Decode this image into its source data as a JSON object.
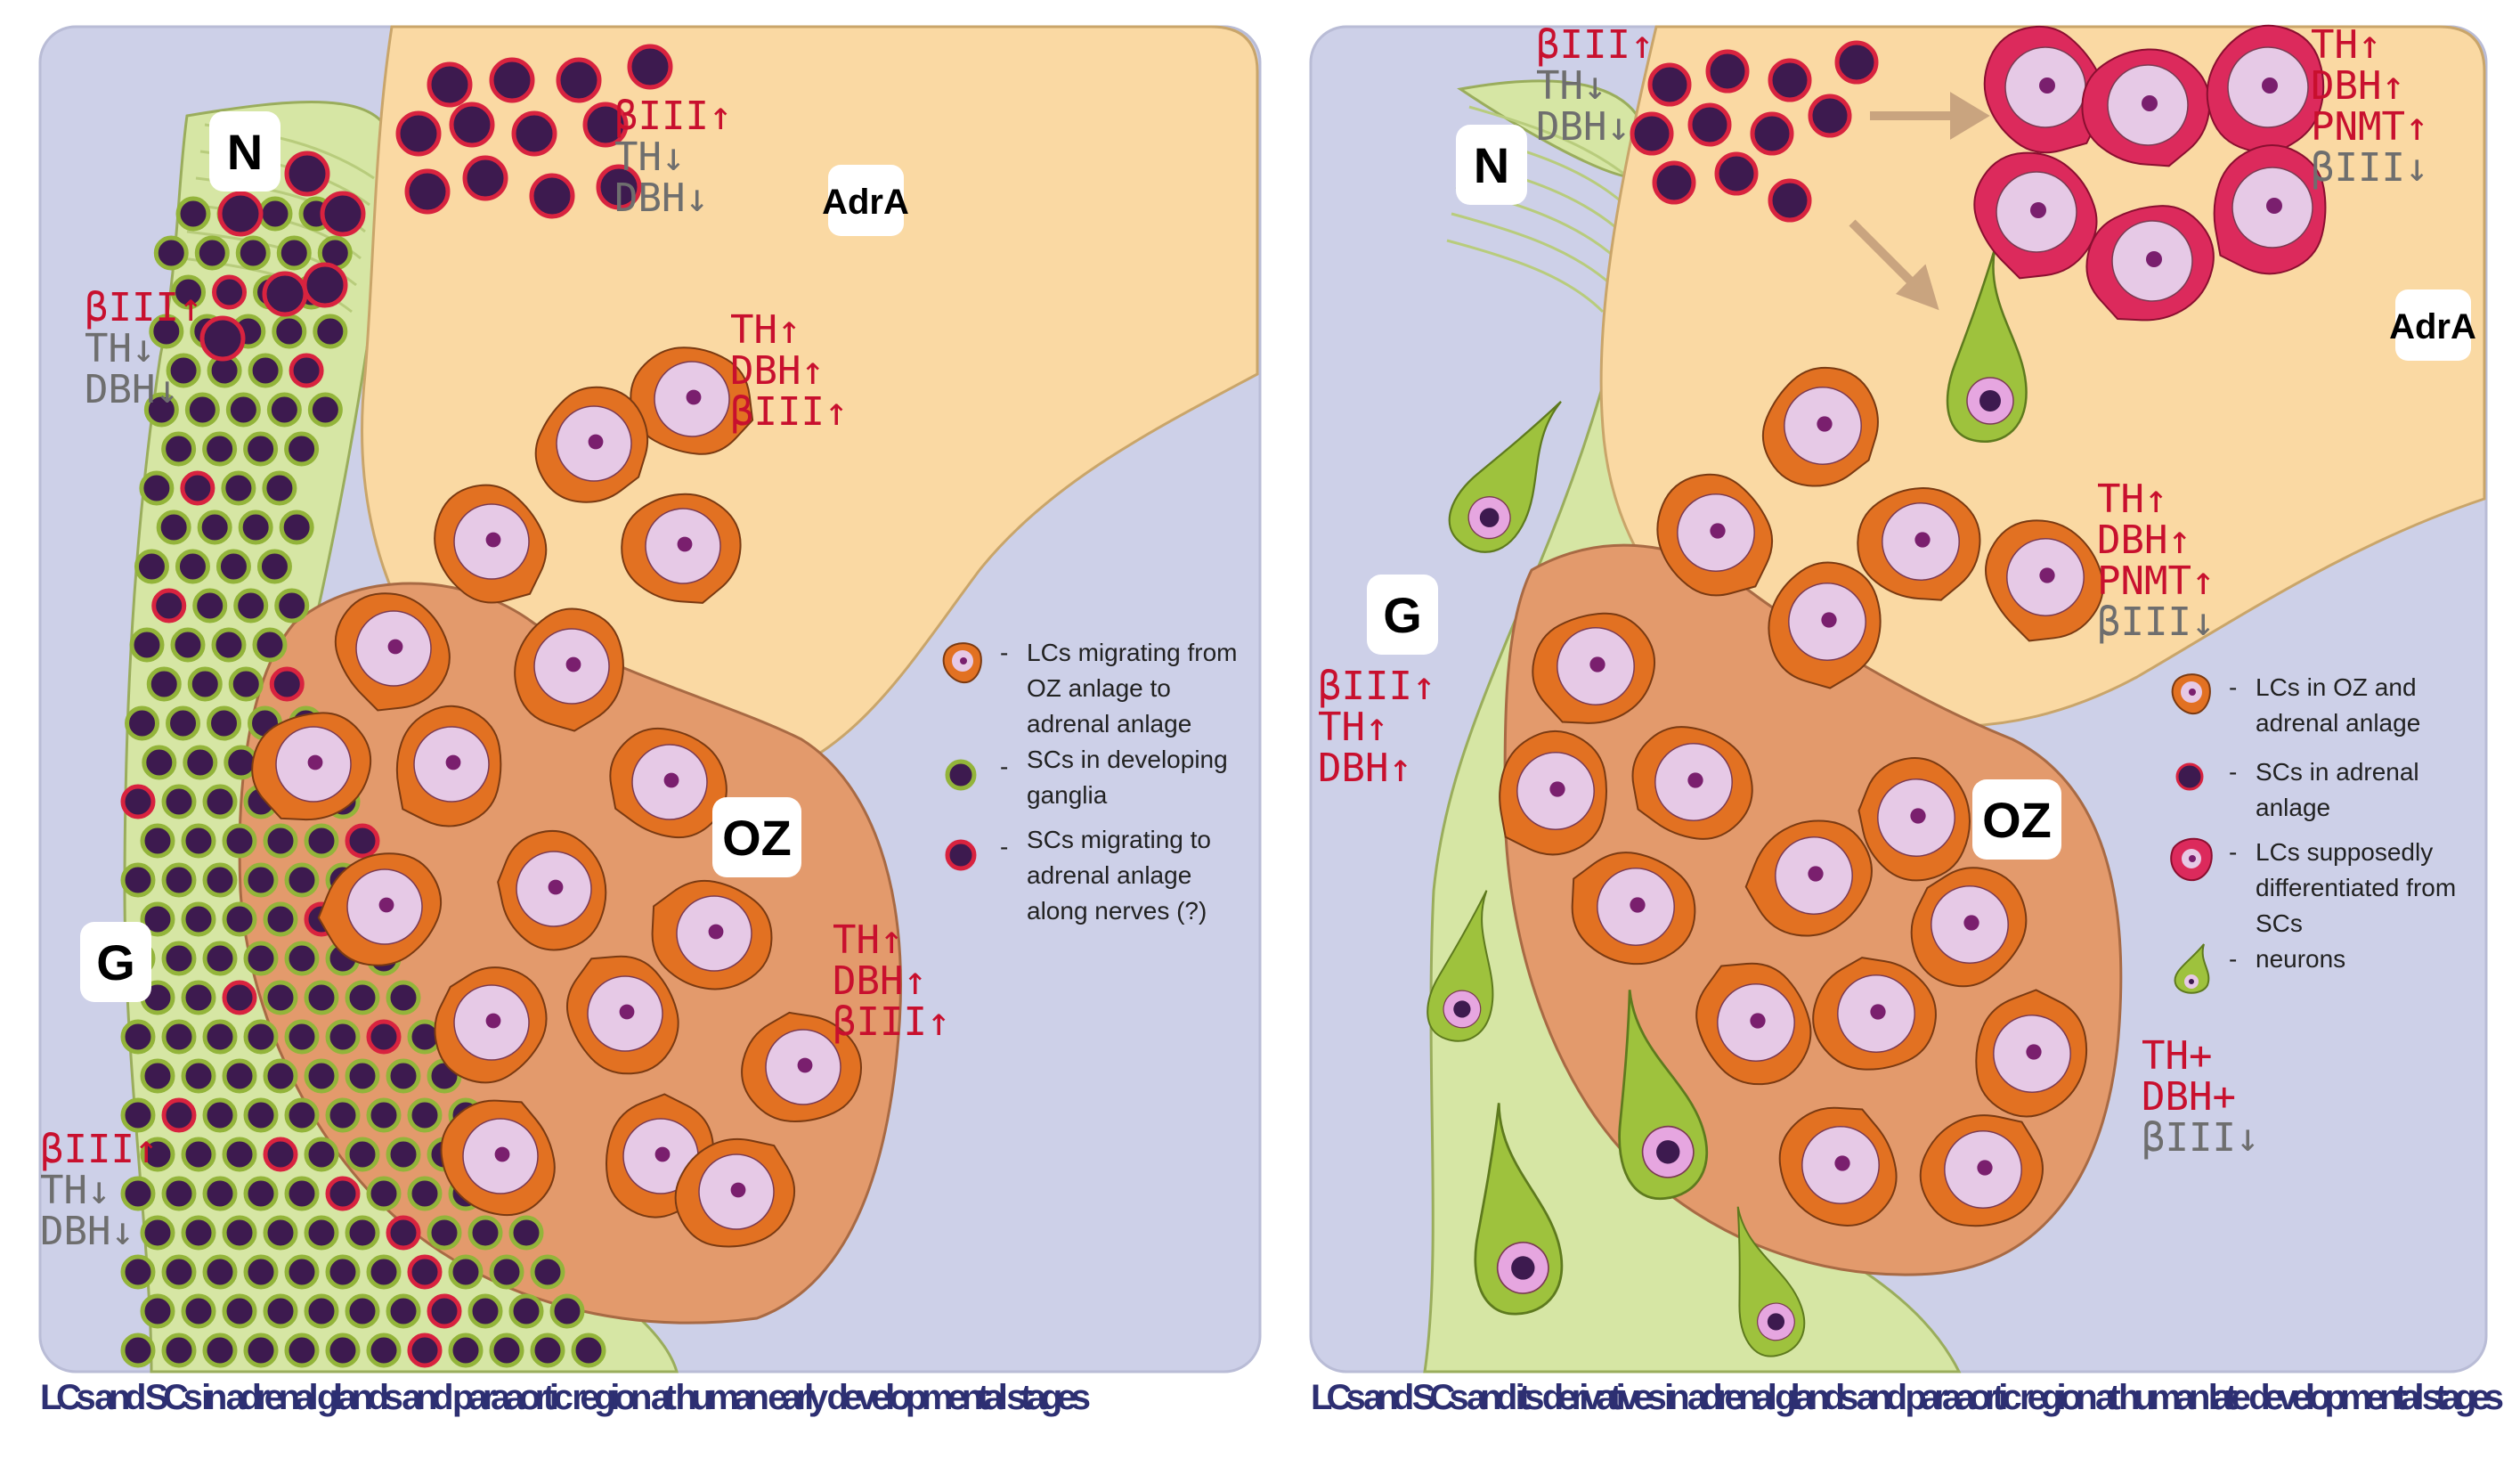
{
  "panels": [
    {
      "caption": "LCs and SCs in adrenal glands and paraaortic region at human early developmental stages",
      "regions": {
        "nerve": "N",
        "ganglia": "G",
        "adrenal": "AdrA",
        "organ": "OZ"
      },
      "markers": [
        {
          "lines": [
            {
              "text": "βIII↑",
              "color": "red"
            },
            {
              "text": "TH↓",
              "color": "grey"
            },
            {
              "text": "DBH↓",
              "color": "grey"
            }
          ]
        },
        {
          "lines": [
            {
              "text": "βIII↑",
              "color": "red"
            },
            {
              "text": "TH↓",
              "color": "grey"
            },
            {
              "text": "DBH↓",
              "color": "grey"
            }
          ]
        },
        {
          "lines": [
            {
              "text": "TH↑",
              "color": "red"
            },
            {
              "text": "DBH↑",
              "color": "red"
            },
            {
              "text": "βIII↑",
              "color": "red"
            }
          ]
        },
        {
          "lines": [
            {
              "text": "TH↑",
              "color": "red"
            },
            {
              "text": "DBH↑",
              "color": "red"
            },
            {
              "text": "βIII↑",
              "color": "red"
            }
          ]
        },
        {
          "lines": [
            {
              "text": "βIII↑",
              "color": "red"
            },
            {
              "text": "TH↓",
              "color": "grey"
            },
            {
              "text": "DBH↓",
              "color": "grey"
            }
          ]
        }
      ],
      "legend": [
        {
          "icon": "orange-cell",
          "lines": [
            "LCs migrating from",
            "OZ anlage to",
            "adrenal anlage"
          ]
        },
        {
          "icon": "green-rim-sc",
          "lines": [
            "SCs in developing",
            "ganglia"
          ]
        },
        {
          "icon": "red-rim-sc",
          "lines": [
            "SCs migrating to",
            "adrenal anlage",
            "along nerves (?)"
          ]
        }
      ]
    },
    {
      "caption": "LCs and SCs and its derivatives in adrenal glands and paraaortic region at human late developmental stages",
      "regions": {
        "nerve": "N",
        "ganglia": "G",
        "adrenal": "AdrA",
        "organ": "OZ"
      },
      "markers": [
        {
          "lines": [
            {
              "text": "βIII↑",
              "color": "red"
            },
            {
              "text": "TH↓",
              "color": "grey"
            },
            {
              "text": "DBH↓",
              "color": "grey"
            }
          ]
        },
        {
          "lines": [
            {
              "text": "TH↑",
              "color": "red"
            },
            {
              "text": "DBH↑",
              "color": "red"
            },
            {
              "text": "PNMT↑",
              "color": "red"
            },
            {
              "text": "βIII↓",
              "color": "grey"
            }
          ]
        },
        {
          "lines": [
            {
              "text": "TH↑",
              "color": "red"
            },
            {
              "text": "DBH↑",
              "color": "red"
            },
            {
              "text": "PNMT↑",
              "color": "red"
            },
            {
              "text": "βIII↓",
              "color": "grey"
            }
          ]
        },
        {
          "lines": [
            {
              "text": "βIII↑",
              "color": "red"
            },
            {
              "text": "TH↑",
              "color": "red"
            },
            {
              "text": "DBH↑",
              "color": "red"
            }
          ]
        },
        {
          "lines": [
            {
              "text": "TH+",
              "color": "red"
            },
            {
              "text": "DBH+",
              "color": "red"
            },
            {
              "text": "βIII↓",
              "color": "grey"
            }
          ]
        }
      ],
      "legend": [
        {
          "icon": "orange-cell",
          "lines": [
            "LCs in OZ and",
            "adrenal anlage"
          ]
        },
        {
          "icon": "dark-sc",
          "lines": [
            "SCs in  adrenal",
            "anlage"
          ]
        },
        {
          "icon": "pink-cell",
          "lines": [
            "LCs supposedly",
            "differentiated from",
            "SCs"
          ]
        },
        {
          "icon": "neuron",
          "lines": [
            "neurons"
          ]
        }
      ]
    }
  ],
  "colors": {
    "background": "#cdd0e8",
    "adrenal": "#fad9a3",
    "oz": "#e39a6c",
    "orange_cell": "#e27122",
    "cell_inner": "#e6c9e6",
    "nucleus": "#7a1f6e",
    "ganglia": "#d6e6a4",
    "sc_dark": "#3d1a4f",
    "sc_green_rim": "#93b43a",
    "sc_red_rim": "#d8233f",
    "pink_cell": "#dc2a5c",
    "neuron": "#9ec23d",
    "red_text": "#c8102e",
    "grey_text": "#6e6e6e",
    "caption": "#2d2f72"
  }
}
